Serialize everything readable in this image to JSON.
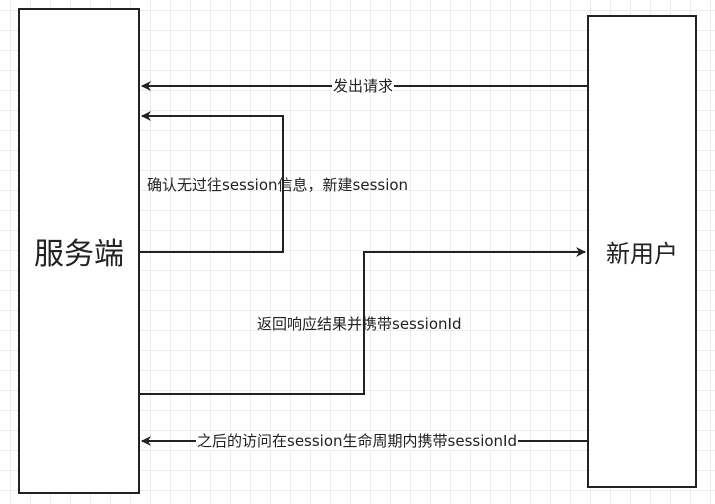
{
  "nodes": {
    "server": "服务端",
    "user": "新用户"
  },
  "edges": {
    "request": "发出请求",
    "confirm": "确认无过往session信息，新建session",
    "response": "返回响应结果并携带sessionId",
    "later": "之后的访问在session生命周期内携带sessionId"
  },
  "colors": {
    "line": "#222222",
    "grid": "#ececec"
  }
}
